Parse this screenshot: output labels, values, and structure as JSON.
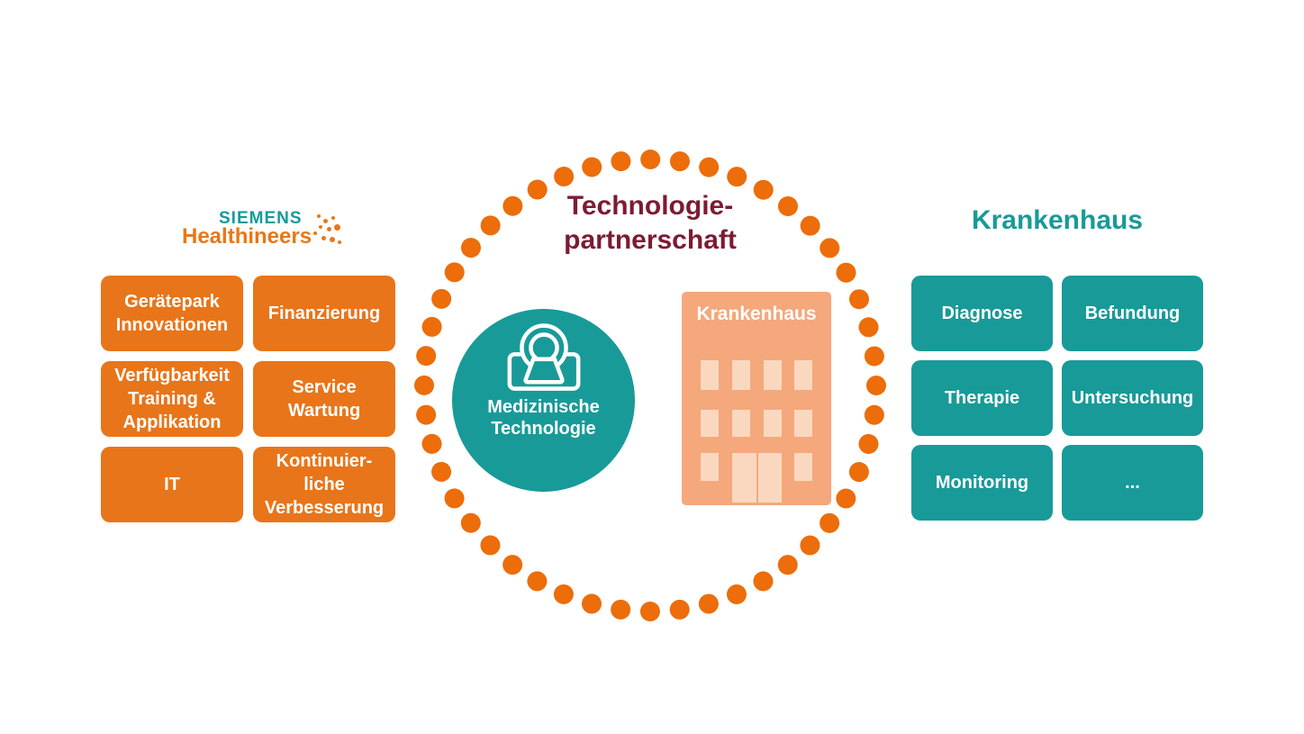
{
  "logo": {
    "siemens": "SIEMENS",
    "healthineers": "Healthineers"
  },
  "diagram": {
    "title": "Technologie-\npartnerschaft",
    "core_label": "Medizinische\nTechnologie",
    "core_icon": "mri-scanner-icon",
    "building_label": "Krankenhaus"
  },
  "left_panel": {
    "owner": "Siemens Healthineers",
    "boxes": [
      {
        "label": "Gerätepark\nInnovationen"
      },
      {
        "label": "Finanzierung"
      },
      {
        "label": "Verfügbarkeit\nTraining &\nApplikation"
      },
      {
        "label": "Service\nWartung"
      },
      {
        "label": "IT"
      },
      {
        "label": "Kontinuier-\nliche\nVerbesserung"
      }
    ]
  },
  "right_panel": {
    "heading": "Krankenhaus",
    "boxes": [
      {
        "label": "Diagnose"
      },
      {
        "label": "Befundung"
      },
      {
        "label": "Therapie"
      },
      {
        "label": "Untersuchung"
      },
      {
        "label": "Monitoring"
      },
      {
        "label": "..."
      }
    ]
  },
  "colors": {
    "orange_box": "#E8751A",
    "orange_dots": "#EC6D0A",
    "teal": "#189A98",
    "title_maroon": "#7D1B33",
    "logo_teal": "#149A9C",
    "logo_orange": "#E87717",
    "building_peach": "#F4A87B",
    "building_window": "#FAD8BF",
    "background": "#FFFFFF"
  }
}
